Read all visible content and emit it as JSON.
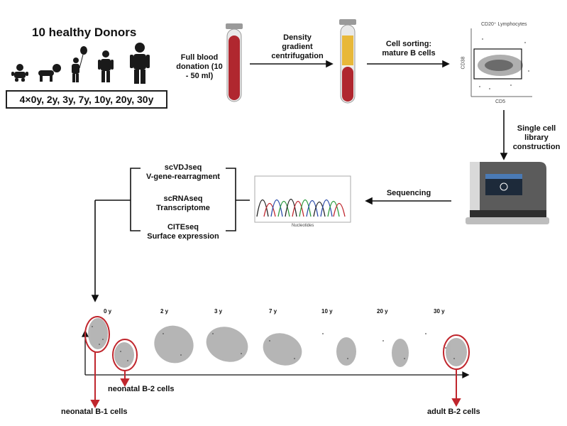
{
  "donors": {
    "title": "10 healthy Donors",
    "ages": "4×0y, 2y, 3y, 7y, 10y, 20y, 30y"
  },
  "steps": {
    "blood": "Full blood donation (10 - 50 ml)",
    "density": "Density gradient centrifugation",
    "sorting": "Cell sorting: mature B cells",
    "library": "Single cell library construction",
    "sequencing": "Sequencing"
  },
  "facs": {
    "title": "CD20⁺ Lymphocytes",
    "xlabel": "CD5",
    "ylabel": "CD38"
  },
  "methods": [
    {
      "name": "scVDJseq",
      "desc": "V-gene-rearragment"
    },
    {
      "name": "scRNAseq",
      "desc": "Transcriptome"
    },
    {
      "name": "CITEseq",
      "desc": "Surface expression"
    }
  ],
  "chromatogram": {
    "xlabel": "Nucleotides"
  },
  "timeline": {
    "ages": [
      "0 y",
      "2 y",
      "3 y",
      "7 y",
      "10 y",
      "20 y",
      "30 y"
    ]
  },
  "callouts": {
    "neonatal_b1": "neonatal B-1 cells",
    "neonatal_b2": "neonatal B-2 cells",
    "adult_b2": "adult B-2 cells"
  },
  "colors": {
    "blood": "#b0272f",
    "plasma": "#e8b83a",
    "callout": "#c0262d"
  }
}
